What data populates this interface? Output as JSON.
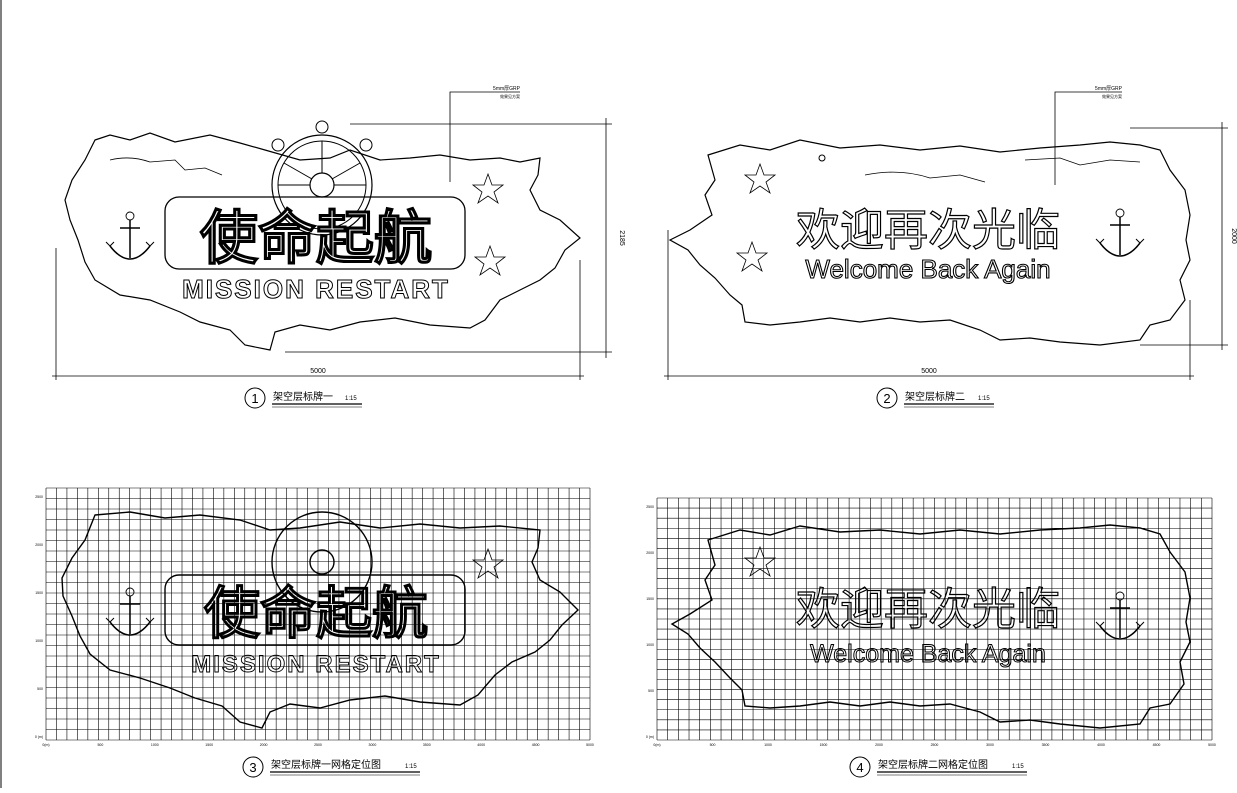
{
  "drawings": [
    {
      "number": "1",
      "caption": "架空层标牌一",
      "scale": "1:15",
      "title_cn": "使命起航",
      "title_en": "MISSION RESTART",
      "material": "5mm厚GRP",
      "material_note": "效果见方案",
      "width_dim": "5000",
      "height_dim": "2185"
    },
    {
      "number": "2",
      "caption": "架空层标牌二",
      "scale": "1:15",
      "title_cn": "欢迎再次光临",
      "title_en": "Welcome Back Again",
      "material": "5mm厚GRP",
      "material_note": "效果见方案",
      "width_dim": "5000",
      "height_dim": "2000"
    },
    {
      "number": "3",
      "caption": "架空层标牌一网格定位图",
      "scale": "1:15",
      "title_cn": "使命起航",
      "title_en": "MISSION RESTART",
      "y_ticks": [
        "0 (m)",
        "500",
        "1000",
        "1500",
        "2000",
        "2500"
      ],
      "x_ticks": [
        "0(m)",
        "500",
        "1000",
        "1500",
        "2000",
        "2500",
        "3000",
        "3500",
        "4000",
        "4500",
        "5000"
      ]
    },
    {
      "number": "4",
      "caption": "架空层标牌二网格定位图",
      "scale": "1:15",
      "title_cn": "欢迎再次光临",
      "title_en": "Welcome Back Again",
      "y_ticks": [
        "0 (m)",
        "500",
        "1000",
        "1500",
        "2000",
        "2500"
      ],
      "x_ticks": [
        "0(m)",
        "500",
        "1000",
        "1500",
        "2000",
        "2500",
        "3000",
        "3500",
        "4000",
        "4500",
        "5000"
      ]
    }
  ]
}
